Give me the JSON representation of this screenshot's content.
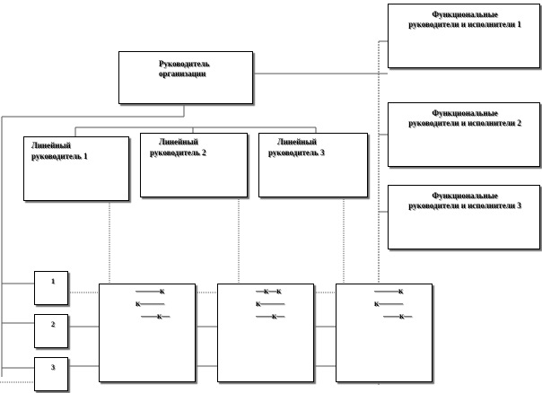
{
  "head": {
    "line1": "Руководитель",
    "line2": "организации"
  },
  "functional": [
    {
      "line1": "Функциональные",
      "line2": "руководители и исполнители 1"
    },
    {
      "line1": "Функциональные",
      "line2": "руководители и исполнители 2"
    },
    {
      "line1": "Функциональные",
      "line2": "руководители и исполнители 3"
    }
  ],
  "linear": [
    {
      "line1": "Линейный",
      "line2": "руководитель 1"
    },
    {
      "line1": "Линейный",
      "line2": "руководитель 2"
    },
    {
      "line1": "Линейный",
      "line2": "руководитель 3"
    }
  ],
  "units": [
    "1",
    "2",
    "3"
  ],
  "executors": [
    {
      "line1": "———к",
      "line2": "к———",
      "line3": "——к—"
    },
    {
      "line1": "—к—к",
      "line2": "к———",
      "line3": "——к—"
    },
    {
      "line1": "———к",
      "line2": "к———",
      "line3": "——к—"
    }
  ]
}
